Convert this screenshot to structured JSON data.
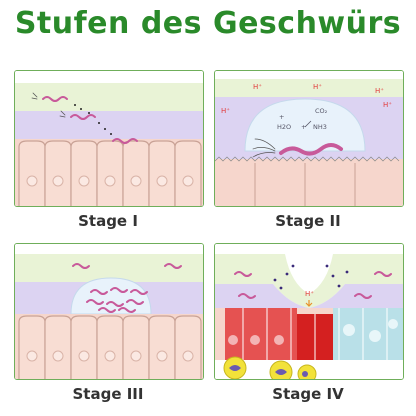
{
  "title": "Stufen des Geschwürs",
  "panels": [
    {
      "caption": "Stage I"
    },
    {
      "caption": "Stage II",
      "labels": {
        "hplus": "H⁺",
        "co2": "CO₂",
        "h2o": "H2O",
        "nh3": "NH3",
        "plus": "+"
      }
    },
    {
      "caption": "Stage III"
    },
    {
      "caption": "Stage IV",
      "labels": {
        "hplus": "H⁺"
      }
    }
  ],
  "colors": {
    "title": "#2a8a2a",
    "border": "#6fae5a",
    "mucus_green": "#e9f3d6",
    "mucus_purple": "#dcd3f2",
    "epithelium": "#f6d6cc",
    "cell_line": "#c9a296",
    "bacteria": "#c85a9a",
    "damage_red": "#e23b3b",
    "neutrophil": "#f2e23a"
  }
}
